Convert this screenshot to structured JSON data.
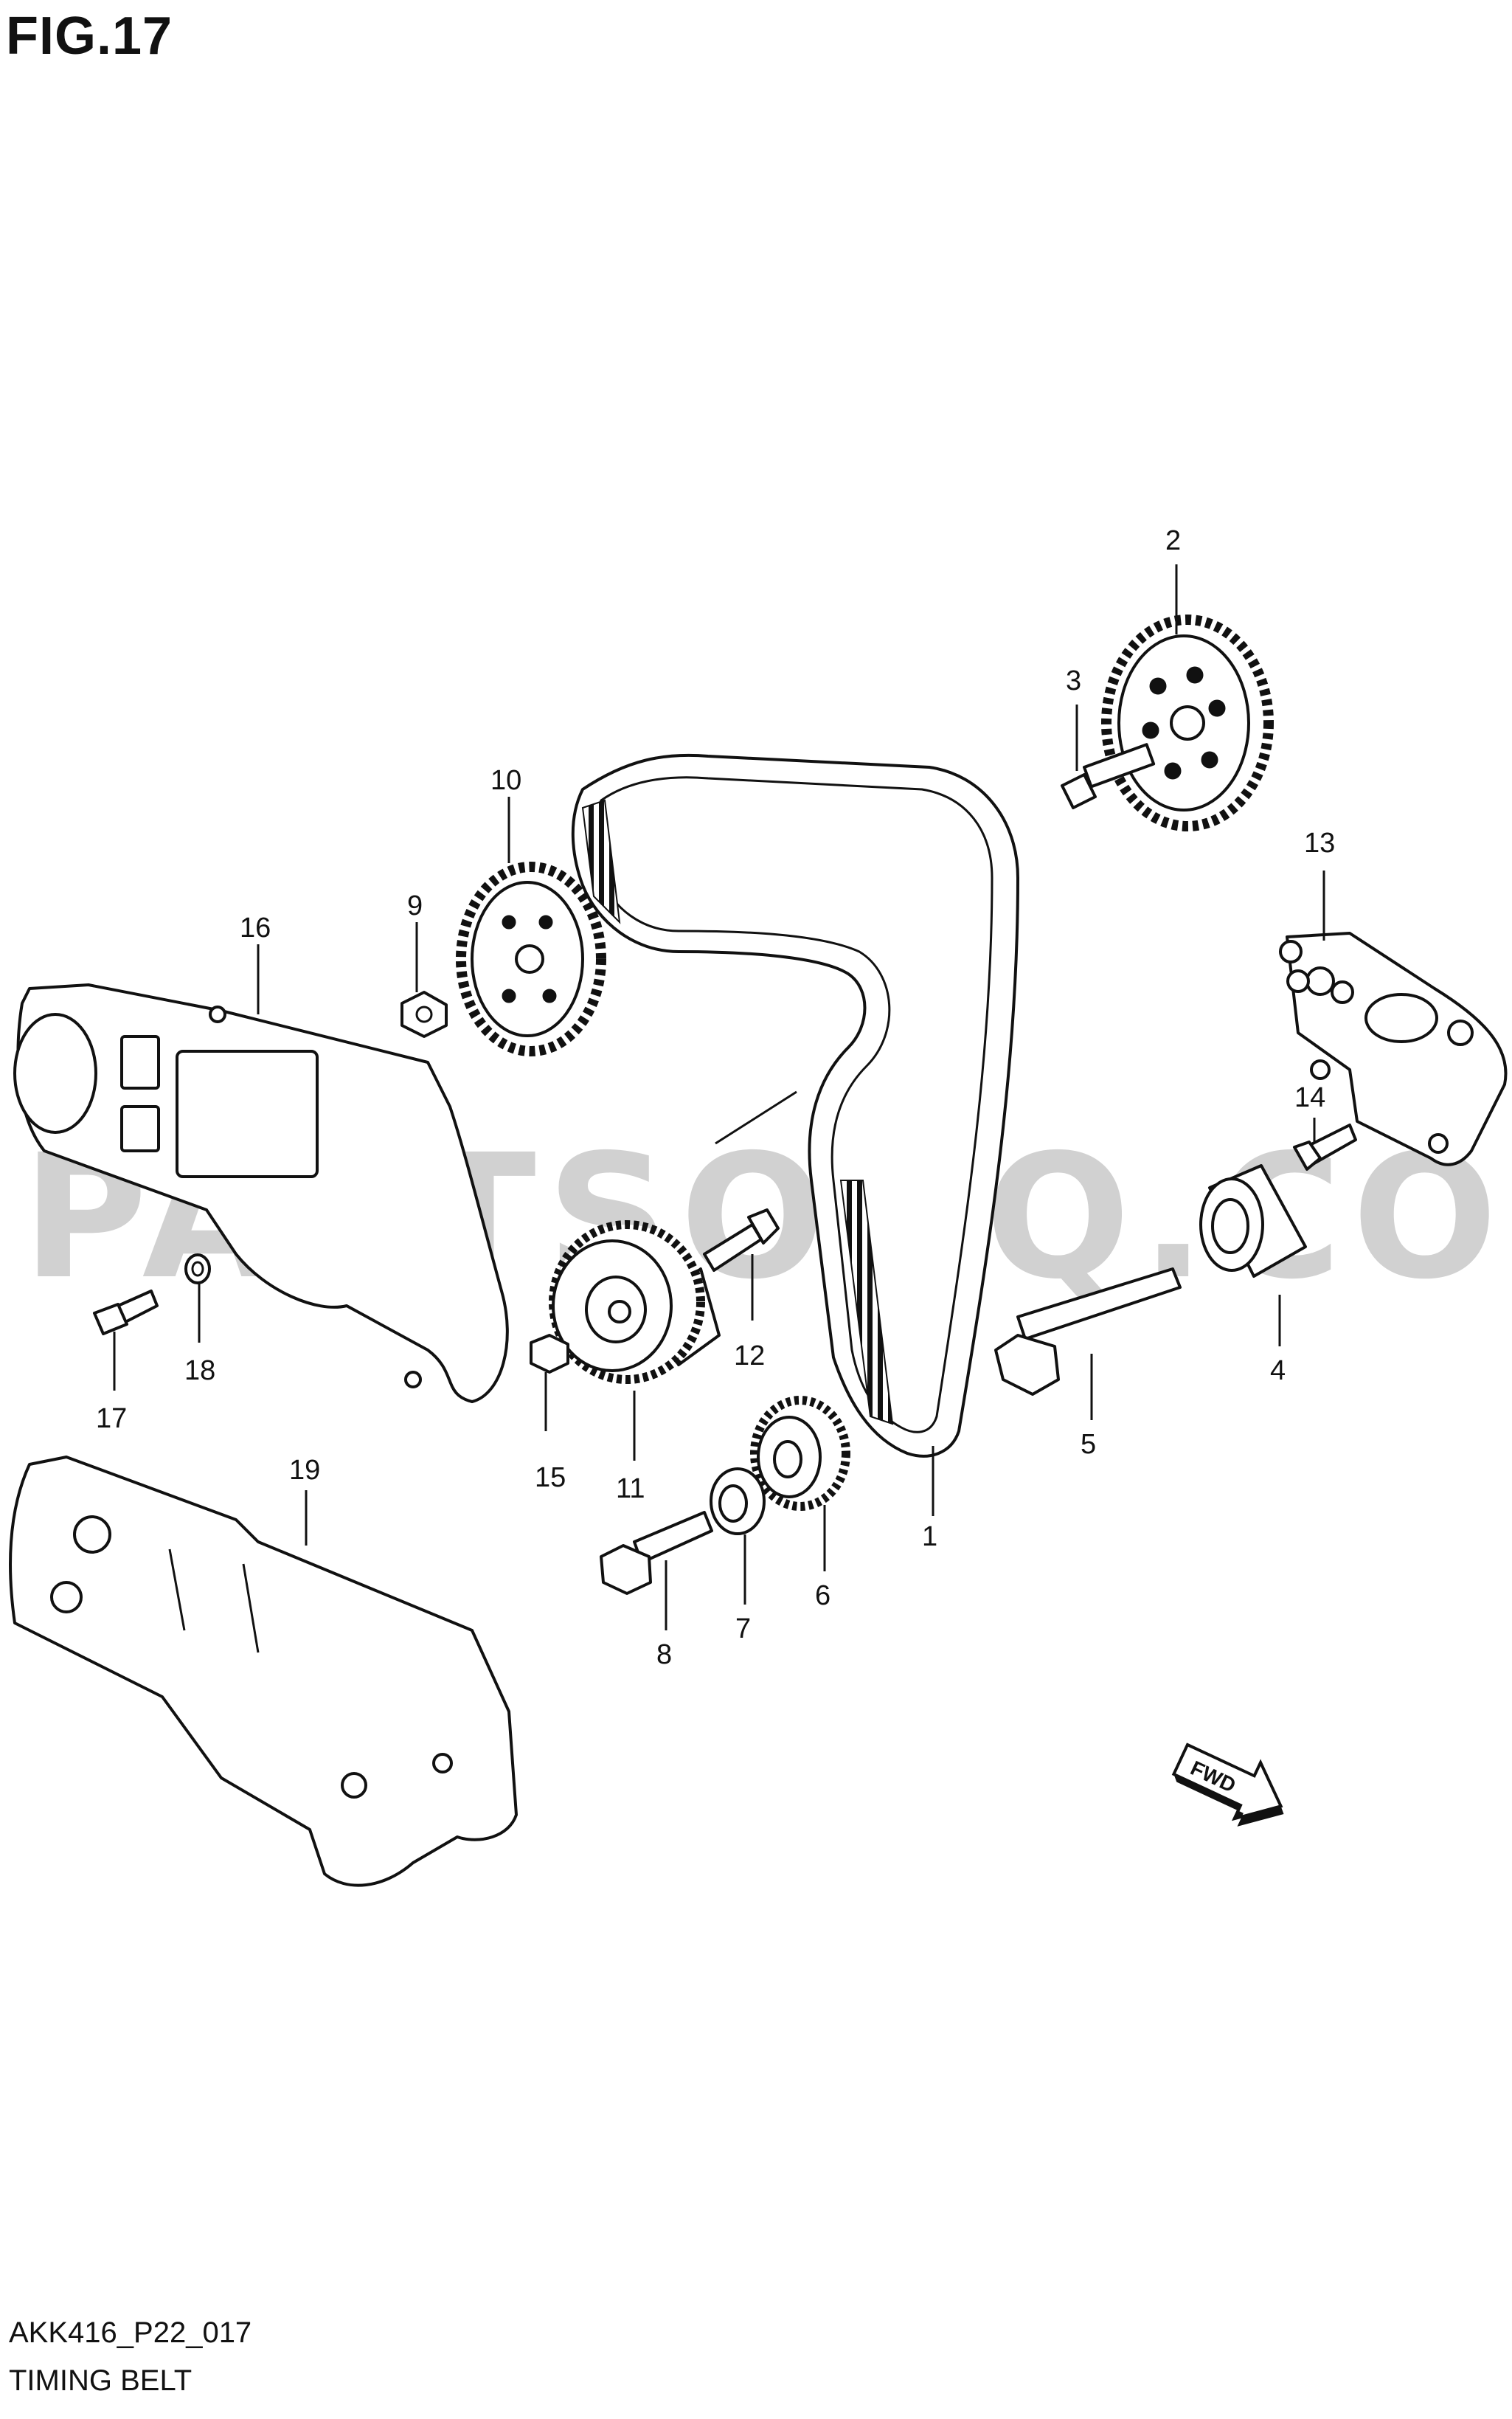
{
  "figure": {
    "title": "FIG.17",
    "drawing_code": "AKK416_P22_017",
    "section_name": "TIMING BELT"
  },
  "watermark": "PARTSOUQ.COM",
  "direction_badge": "FWD",
  "callouts": [
    {
      "id": "c1",
      "label": "1"
    },
    {
      "id": "c2",
      "label": "2"
    },
    {
      "id": "c3",
      "label": "3"
    },
    {
      "id": "c4",
      "label": "4"
    },
    {
      "id": "c5",
      "label": "5"
    },
    {
      "id": "c6",
      "label": "6"
    },
    {
      "id": "c7",
      "label": "7"
    },
    {
      "id": "c8",
      "label": "8"
    },
    {
      "id": "c9",
      "label": "9"
    },
    {
      "id": "c10",
      "label": "10"
    },
    {
      "id": "c11",
      "label": "11"
    },
    {
      "id": "c12",
      "label": "12"
    },
    {
      "id": "c13",
      "label": "13"
    },
    {
      "id": "c14",
      "label": "14"
    },
    {
      "id": "c15",
      "label": "15"
    },
    {
      "id": "c16",
      "label": "16"
    },
    {
      "id": "c17",
      "label": "17"
    },
    {
      "id": "c18",
      "label": "18"
    },
    {
      "id": "c19",
      "label": "19"
    }
  ]
}
